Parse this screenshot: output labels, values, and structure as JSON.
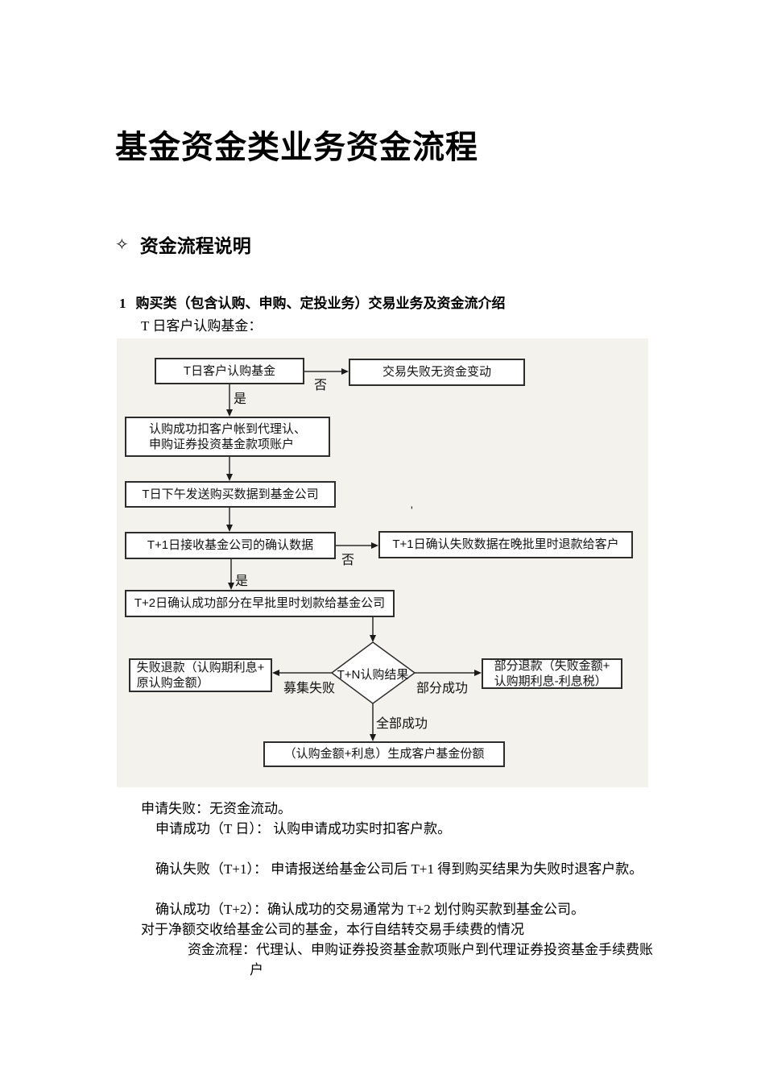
{
  "document": {
    "title": "基金资金类业务资金流程",
    "section": {
      "bullet": "✧",
      "title": "资金流程说明"
    },
    "heading": {
      "number": "1",
      "text": "购买类（包含认购、申购、定投业务）交易业务及资金流介绍"
    },
    "intro": "T 日客户认购基金："
  },
  "flowchart": {
    "nodes": {
      "start": "T日客户认购基金",
      "fail_no_change": "交易失败无资金变动",
      "deduct_line1": "认购成功扣客户帐到代理认、",
      "deduct_line2": "申购证券投资基金款项账户",
      "send_data": "T日下午发送购买数据到基金公司",
      "receive_confirm": "T+1日接收基金公司的确认数据",
      "fail_refund_night": "T+1日确认失败数据在晚批里时退款给客户",
      "transfer_to_fundco": "T+2日确认成功部分在早批里时划款给基金公司",
      "decision": "T+N认购结果",
      "raise_fail_line1": "失败退款（认购期利息+",
      "raise_fail_line2": "原认购金额）",
      "partial_line1": "部分退款（失败金额+",
      "partial_line2": "认购期利息-利息税）",
      "generate_shares": "（认购金额+利息）生成客户基金份额"
    },
    "labels": {
      "no_top": "否",
      "yes_top": "是",
      "no_mid": "否",
      "yes_mid": "是",
      "raise_fail": "募集失败",
      "partial_success": "部分成功",
      "all_success": "全部成功",
      "tick": "'"
    },
    "colors": {
      "canvas_bg": "#f4f2ec",
      "box_border": "#2d2d2d",
      "box_bg": "#ffffff"
    }
  },
  "notes": {
    "p1": "申请失败：无资金流动。",
    "p2": "申请成功（T 日）： 认购申请成功实时扣客户款。",
    "p3": "确认失败（T+1）： 申请报送给基金公司后 T+1 得到购买结果为失败时退客户款。",
    "p4": "确认成功（T+2）：确认成功的交易通常为 T+2 划付购买款到基金公司。",
    "p5": "对于净额交收给基金公司的基金，本行自结转交易手续费的情况",
    "p6": "资金流程：代理认、申购证券投资基金款项账户到代理证券投资基金手续费账",
    "p7": "户"
  }
}
